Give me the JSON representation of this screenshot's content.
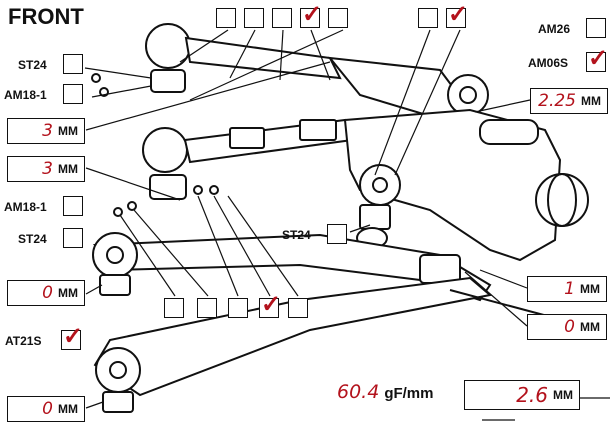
{
  "title": "FRONT",
  "labels": {
    "st24_top": "ST24",
    "am18_top": "AM18-1",
    "am18_bottom": "AM18-1",
    "st24_mid": "ST24",
    "st24_center": "ST24",
    "am26": "AM26",
    "am06s": "AM06S",
    "at21s": "AT21S"
  },
  "top_row_a": [
    false,
    false,
    false,
    true,
    false
  ],
  "top_row_b": [
    false,
    true
  ],
  "bottom_row": [
    false,
    false,
    false,
    true,
    false
  ],
  "checks": {
    "st24_top": false,
    "am18_top": false,
    "am18_bottom": false,
    "st24_mid": false,
    "st24_center": false,
    "am26": false,
    "am06s": true,
    "at21s": true
  },
  "measurements": {
    "upper_left": {
      "value": "3",
      "unit": "MM"
    },
    "mid_left": {
      "value": "3",
      "unit": "MM"
    },
    "lower_left": {
      "value": "0",
      "unit": "MM"
    },
    "bottom_left": {
      "value": "0",
      "unit": "MM"
    },
    "right_top": {
      "value": "2.25",
      "unit": "MM"
    },
    "right_mid": {
      "value": "1",
      "unit": "MM"
    },
    "right_low": {
      "value": "0",
      "unit": "MM"
    }
  },
  "force": {
    "value": "60.4",
    "unit": "gF/mm",
    "box_value": "2.6",
    "box_unit": "MM"
  },
  "colors": {
    "ink": "#111111",
    "accent": "#b3121c"
  }
}
